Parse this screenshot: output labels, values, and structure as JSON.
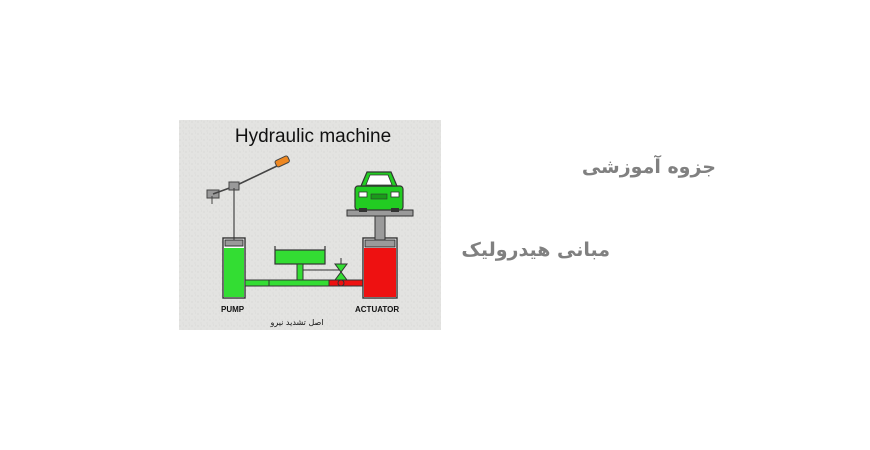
{
  "slide": {
    "title": "جزوه آموزشی",
    "subtitle": "مبانی هیدرولیک"
  },
  "figure": {
    "title": "Hydraulic machine",
    "labels": {
      "pump": "PUMP",
      "actuator": "ACTUATOR",
      "caption": "اصل تشدید نیرو"
    },
    "colors": {
      "background": "#e3e3e1",
      "low_pressure_fluid": "#33dd33",
      "high_pressure_fluid": "#ee1111",
      "car": "#22cc22",
      "handle_grip": "#ee8822",
      "metal": "#9a9a9a"
    }
  }
}
